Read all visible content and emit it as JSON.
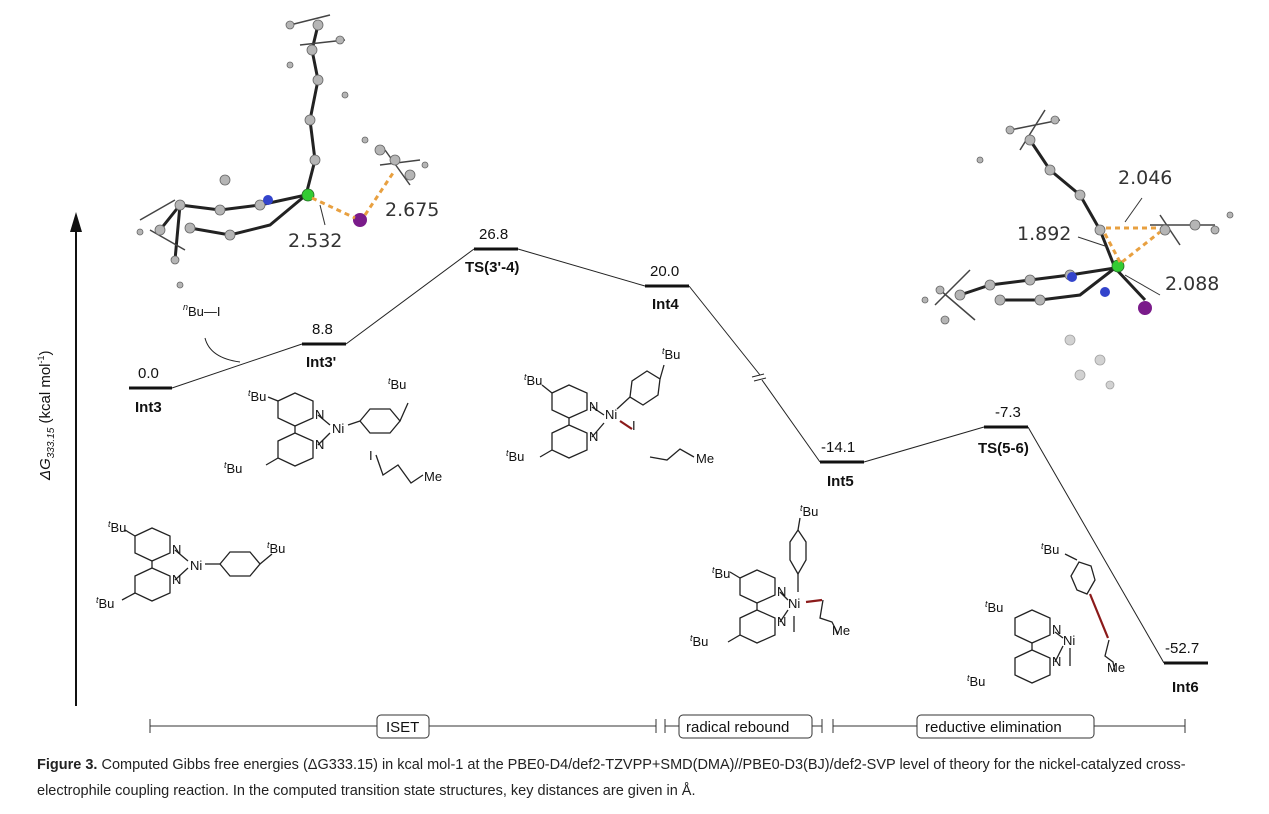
{
  "axis": {
    "ylabel_prefix": "ΔG",
    "ylabel_sub": "333.15",
    "ylabel_suffix": " (kcal mol",
    "ylabel_sup": "-1",
    "ylabel_close": ")"
  },
  "levels": [
    {
      "id": "int3",
      "name": "Int3",
      "energy": "0.0"
    },
    {
      "id": "int3p",
      "name": "Int3'",
      "energy": "8.8"
    },
    {
      "id": "ts34",
      "name": "TS(3'-4)",
      "energy": "26.8"
    },
    {
      "id": "int4",
      "name": "Int4",
      "energy": "20.0"
    },
    {
      "id": "int5",
      "name": "Int5",
      "energy": "-14.1"
    },
    {
      "id": "ts56",
      "name": "TS(5-6)",
      "energy": "-7.3"
    },
    {
      "id": "int6",
      "name": "Int6",
      "energy": "-52.7"
    }
  ],
  "reagent": {
    "sup": "n",
    "text": "Bu—I"
  },
  "distances": {
    "ts1": [
      "2.532",
      "2.675"
    ],
    "ts2": [
      "2.046",
      "1.892",
      "2.088"
    ]
  },
  "phases": [
    "ISET",
    "radical rebound",
    "reductive elimination"
  ],
  "chem_labels": {
    "tBu_sup": "t",
    "tBu": "Bu",
    "Ni": "Ni",
    "N": "N",
    "I": "I",
    "Me": "Me"
  },
  "caption": {
    "label": "Figure 3.",
    "text": " Computed Gibbs free energies (ΔG333.15) in kcal mol-1 at the PBE0-D4/def2-TZVPP+SMD(DMA)//PBE0-D3(BJ)/def2-SVP level of theory for the nickel-catalyzed cross-electrophile coupling reaction. In the computed transition state structures, key distances are given in Å."
  },
  "colors": {
    "line": "#111111",
    "bond_red": "#8b1a1a",
    "dash_orange": "#e8a040",
    "atom_grey": "#b0b0b0",
    "ni_green": "#33cc33",
    "iodine_purple": "#7a1b8a",
    "n_blue": "#3344cc"
  }
}
